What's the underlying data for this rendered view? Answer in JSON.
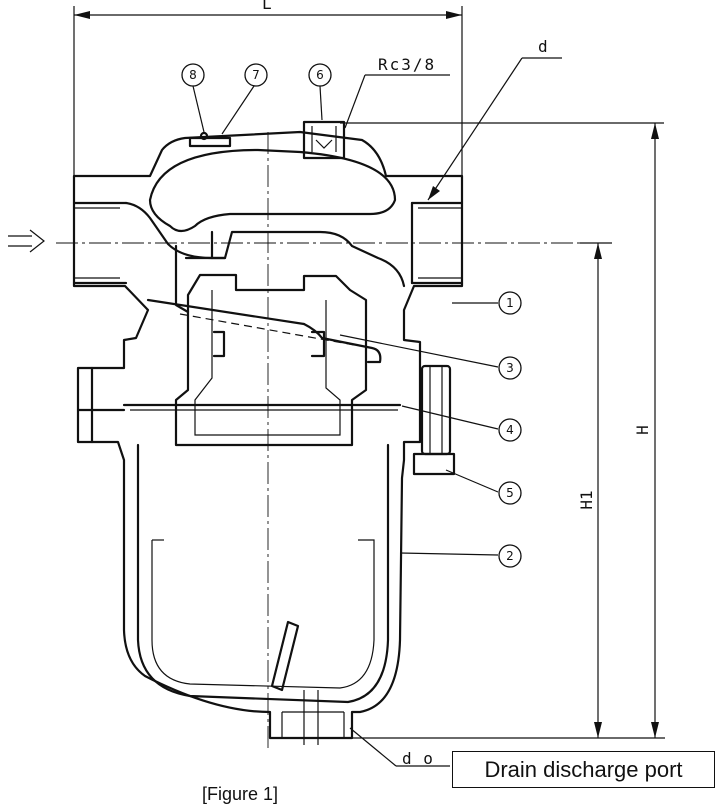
{
  "dimensions": {
    "length": "L",
    "height": "H",
    "height_inlet": "H1",
    "inlet_diameter": "d",
    "drain_diameter": "d o",
    "thread_spec": "Rc3/8"
  },
  "parts": [
    {
      "id": "p1",
      "label": "1"
    },
    {
      "id": "p2",
      "label": "2"
    },
    {
      "id": "p3",
      "label": "3"
    },
    {
      "id": "p4",
      "label": "4"
    },
    {
      "id": "p5",
      "label": "5"
    },
    {
      "id": "p6",
      "label": "6"
    },
    {
      "id": "p7",
      "label": "7"
    },
    {
      "id": "p8",
      "label": "8"
    }
  ],
  "callout_box": "Drain discharge port",
  "figure_caption": "[Figure 1]"
}
